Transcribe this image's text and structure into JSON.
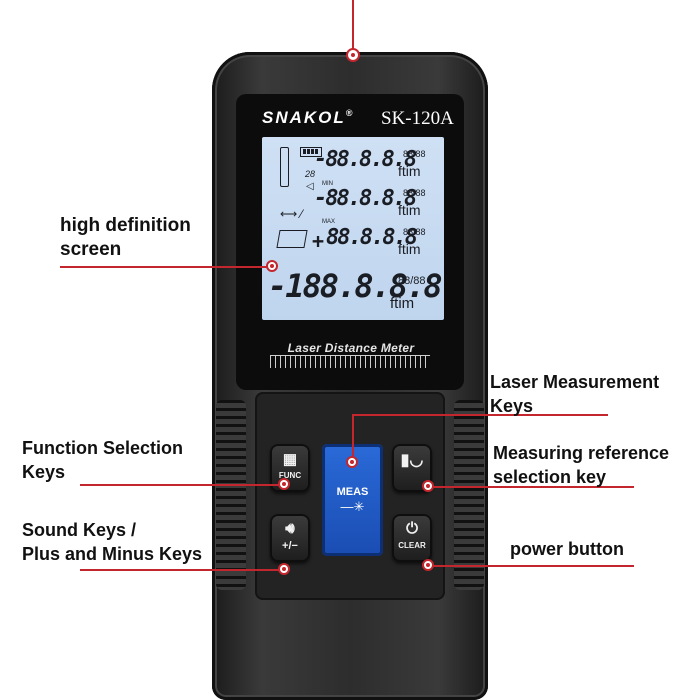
{
  "device": {
    "brand": "SNAKOL",
    "brand_mark": "®",
    "model": "SK-120A",
    "subtitle": "Laser Distance Meter"
  },
  "display": {
    "row1": {
      "value": "-88.8.8.8",
      "unit": "ftim",
      "frac": "88/88"
    },
    "row2": {
      "value": "-88.8.8.8",
      "unit": "ftim",
      "frac": "88/88"
    },
    "row3": {
      "sign": "+",
      "value": "88.8.8.8",
      "unit": "ftim",
      "frac": "88/88"
    },
    "row4": {
      "value": "-188.8.8.8",
      "unit": "ftim",
      "frac": "88/88"
    },
    "small_28": "28",
    "small_max": "MAX",
    "small_min": "MIN"
  },
  "keys": {
    "func": {
      "label": "FUNC",
      "icon": "grid-icon"
    },
    "sound": {
      "label": "+/−",
      "icon": "speaker-icon"
    },
    "meas": {
      "label": "MEAS",
      "icon": "laser-icon"
    },
    "ref": {
      "label": "",
      "icon": "reference-icon"
    },
    "power": {
      "label": "CLEAR",
      "icon": "power-icon"
    }
  },
  "callouts": {
    "screen": "high definition\nscreen",
    "function": "Function Selection\nKeys",
    "sound": "Sound Keys /\nPlus and Minus Keys",
    "laser": "Laser Measurement\n Keys",
    "reference": "Measuring reference\n selection key",
    "power": "power button"
  },
  "colors": {
    "accent_red": "#c4262e",
    "meas_blue": "#2a6ad8",
    "lcd_bg": "#c8dcf2",
    "body_dark": "#2d2d2d"
  }
}
